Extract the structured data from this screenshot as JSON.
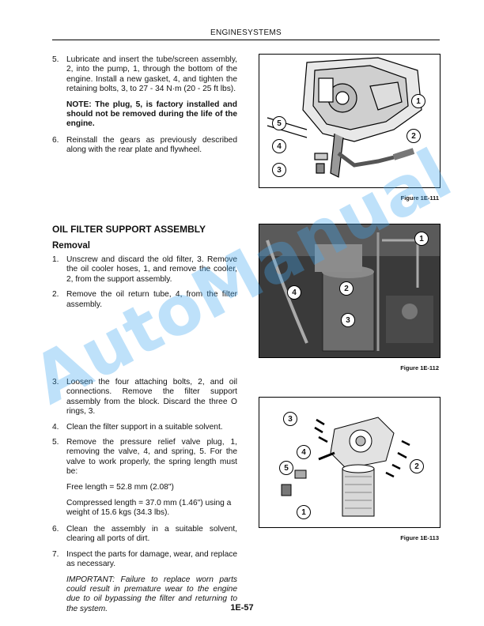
{
  "header": {
    "title": "ENGINESYSTEMS"
  },
  "top_column": {
    "step5_num": "5.",
    "step5_text": "Lubricate and insert the tube/screen assembly, 2, into the pump, 1, through the bottom of the engine. Install a new gasket, 4, and tighten the retaining bolts, 3, to 27 - 34 N·m (20 - 25 ft lbs).",
    "note": "NOTE: The plug, 5, is factory installed and should not be removed during the life of the engine.",
    "step6_num": "6.",
    "step6_text": "Reinstall the gears as previously described along with the rear plate and flywheel."
  },
  "section": {
    "title": "OIL FILTER SUPPORT ASSEMBLY",
    "subtitle": "Removal"
  },
  "removal": {
    "step1_num": "1.",
    "step1_text": "Unscrew and discard the old filter, 3. Remove the oil cooler hoses, 1, and remove the cooler, 2, from the support assembly.",
    "step2_num": "2.",
    "step2_text": "Remove the oil return tube, 4, from the filter assembly.",
    "step3_num": "3.",
    "step3_text": "Loosen the four attaching bolts, 2, and oil connections. Remove the filter support assembly from the block. Discard the three O rings, 3.",
    "step4_num": "4.",
    "step4_text": "Clean the filter support in a suitable solvent.",
    "step5_num": "5.",
    "step5_text": "Remove the pressure relief valve plug, 1, removing the valve, 4, and spring, 5. For the valve to work properly, the spring length must be:",
    "free_length": "Free length = 52.8 mm (2.08\")",
    "compressed_length": "Compressed length = 37.0 mm (1.46\") using a weight of 15.6 kgs (34.3 lbs).",
    "step6_num": "6.",
    "step6_text": "Clean the assembly in a suitable solvent, clearing all ports of dirt.",
    "step7_num": "7.",
    "step7_text": "Inspect the parts for damage, wear, and replace as necessary.",
    "important": "IMPORTANT: Failure to replace worn parts could result in premature wear to the engine due to oil bypassing the filter and returning to the system."
  },
  "figures": {
    "fig111": {
      "caption": "Figure 1E-111",
      "callouts": [
        "1",
        "2",
        "3",
        "4",
        "5"
      ]
    },
    "fig112": {
      "caption": "Figure 1E-112",
      "callouts": [
        "1",
        "2",
        "3",
        "4"
      ]
    },
    "fig113": {
      "caption": "Figure 1E-113",
      "callouts": [
        "1",
        "2",
        "3",
        "4",
        "5"
      ]
    }
  },
  "watermark": "AutoManual",
  "page_number": "1E-57"
}
